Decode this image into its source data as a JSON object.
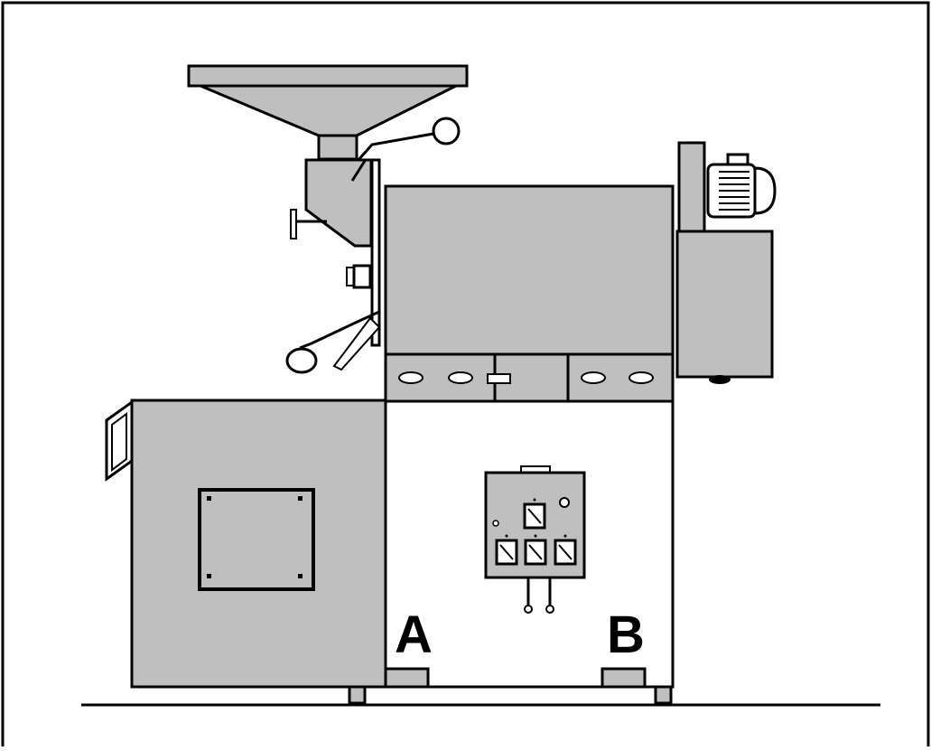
{
  "diagram": {
    "labels": {
      "left_support": "A",
      "right_support": "B"
    },
    "colors": {
      "metal_fill": "#bfbfbf",
      "outline": "#000000",
      "background": "#ffffff"
    },
    "components": [
      "hopper-funnel",
      "feed-chute",
      "roasting-drum-housing",
      "motor-gearbox",
      "cooling-tray-cabinet",
      "inspection-window",
      "control-panel",
      "support-feet",
      "ground-line"
    ]
  }
}
